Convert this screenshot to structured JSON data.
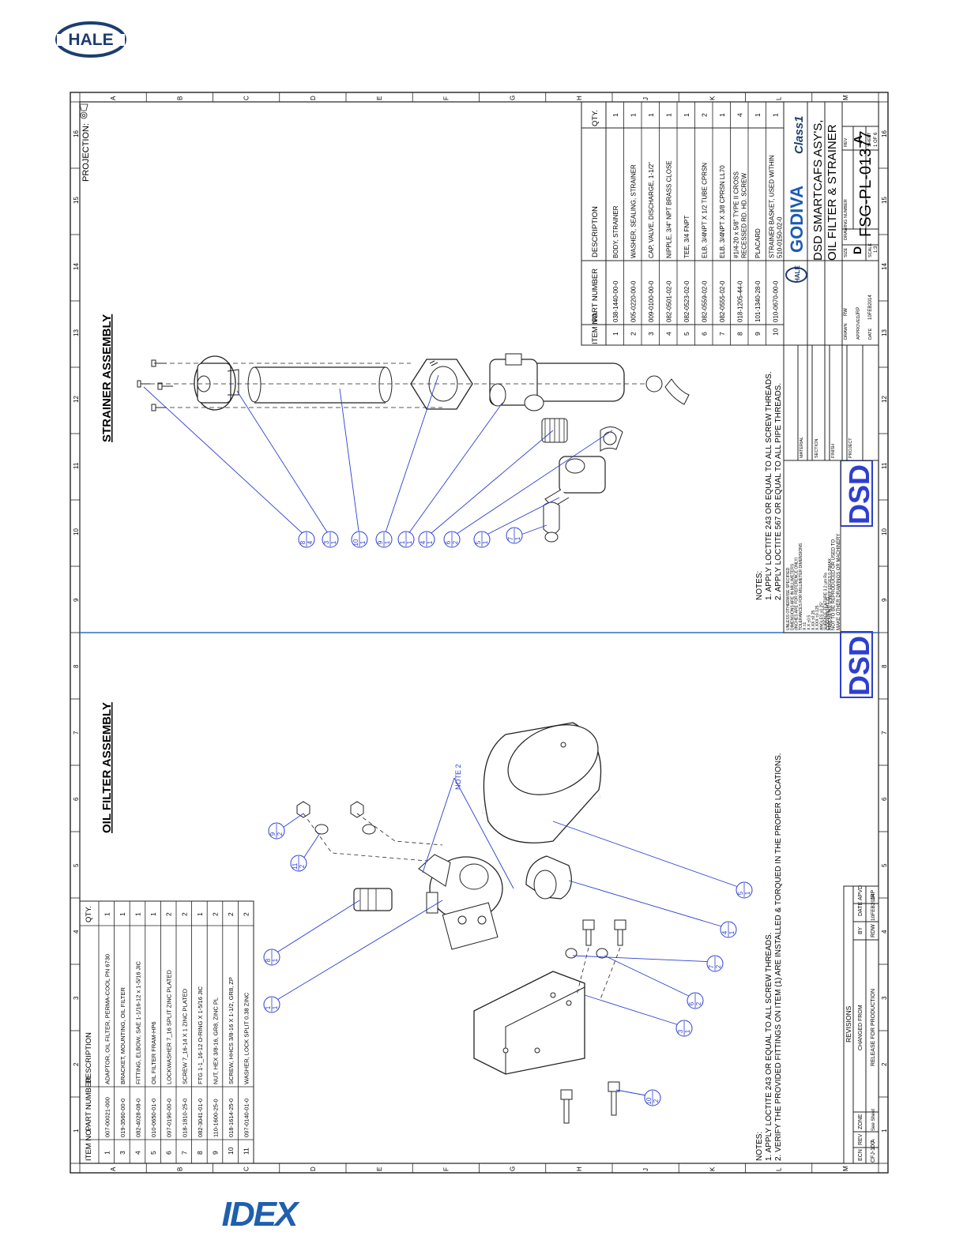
{
  "logos": {
    "top": "HALE",
    "bottom": "IDEX"
  },
  "projection_label": "PROJECTION:",
  "grid": {
    "col_labels": [
      "A",
      "B",
      "C",
      "D",
      "E",
      "F",
      "G",
      "H",
      "J",
      "K",
      "L",
      "M"
    ],
    "row_labels": [
      "1",
      "2",
      "3",
      "4",
      "5",
      "6",
      "7",
      "8",
      "9",
      "10",
      "11",
      "12",
      "13",
      "14",
      "15",
      "16"
    ]
  },
  "strainer": {
    "title": "STRAINER ASSEMBLY",
    "headers": {
      "item": "ITEM NO.",
      "part": "PART NUMBER",
      "desc": "DESCRIPTION",
      "qty": "QTY."
    },
    "rows": [
      {
        "item": "1",
        "part": "038-1440-00-0",
        "desc": "BODY, STRAINER",
        "qty": "1"
      },
      {
        "item": "2",
        "part": "005-0220-00-0",
        "desc": "WASHER, SEALING, STRAINER",
        "qty": "1"
      },
      {
        "item": "3",
        "part": "009-0100-00-0",
        "desc": "CAP, VALVE, DISCHARGE, 1-1/2\"",
        "qty": "1"
      },
      {
        "item": "4",
        "part": "082-0501-02-0",
        "desc": "NIPPLE, 3/4\" NPT BRASS CLOSE",
        "qty": "1"
      },
      {
        "item": "5",
        "part": "082-0523-02-0",
        "desc": "TEE, 3/4 FNPT",
        "qty": "1"
      },
      {
        "item": "6",
        "part": "082-0559-02-0",
        "desc": "ELB, 3/4NPT X 1/2 TUBE CPRSN",
        "qty": "2"
      },
      {
        "item": "7",
        "part": "082-0555-02-0",
        "desc": "ELB, 3/4NPT X 3/8 CPRSN LL70",
        "qty": "1"
      },
      {
        "item": "8",
        "part": "018-1205-44-0",
        "desc": "#1/4-20 x 5/8\" TYPE II CROSS RECESSED RD. HD. SCREW",
        "qty": "4"
      },
      {
        "item": "9",
        "part": "101-1340-28-0",
        "desc": "PLACARD",
        "qty": "1"
      },
      {
        "item": "10",
        "part": "010-0670-00-0",
        "desc": "STRAINER BASKET, USED WITHIN 510-0150-02-0",
        "qty": "1"
      }
    ],
    "notes_title": "NOTES:",
    "notes": [
      "1.  APPLY LOCTITE 243 OR EQUAL TO ALL SCREW THREADS.",
      "2.  APPLY LOCTITE 567 OR EQUAL TO ALL PIPE THREADS."
    ],
    "balloons": [
      {
        "top": "8",
        "bottom": "4"
      },
      {
        "top": "3",
        "bottom": "1"
      },
      {
        "top": "10",
        "bottom": "1"
      },
      {
        "top": "9",
        "bottom": "1"
      },
      {
        "top": "1",
        "bottom": "1"
      },
      {
        "top": "4",
        "bottom": "1"
      },
      {
        "top": "6",
        "bottom": "2"
      },
      {
        "top": "5",
        "bottom": "1"
      },
      {
        "top": "7",
        "bottom": "1"
      }
    ]
  },
  "oil": {
    "title": "OIL FILTER ASSEMBLY",
    "headers": {
      "item": "ITEM NO.",
      "part": "PART NUMBER",
      "desc": "DESCRIPTION",
      "qty": "QTY."
    },
    "rows": [
      {
        "item": "1",
        "part": "007-00021-000",
        "desc": "ADAPTOR, OIL FILTER, PERMA-COOL PN 6730",
        "qty": "1"
      },
      {
        "item": "3",
        "part": "019-3560-00-0",
        "desc": "BRACKET, MOUNTING, OIL FILTER",
        "qty": "1"
      },
      {
        "item": "4",
        "part": "082-4028-08-0",
        "desc": "FITTING, ELBOW, SAE 1-1/16-12 x 1-5/16 JIC",
        "qty": "1"
      },
      {
        "item": "5",
        "part": "010-0650-01-0",
        "desc": "OIL FILTER FRAM-HP6",
        "qty": "1"
      },
      {
        "item": "6",
        "part": "097-0190-00-0",
        "desc": "LOCKWASHER 7_16 SPLIT ZINC PLATED",
        "qty": "2"
      },
      {
        "item": "7",
        "part": "018-1810-25-0",
        "desc": "SCREW 7_16-14 X 1 ZINC PLATED",
        "qty": "2"
      },
      {
        "item": "8",
        "part": "082-3041-01-0",
        "desc": "FTG 1-1_16-12 O-RING X 1-5/16 JIC",
        "qty": "1"
      },
      {
        "item": "9",
        "part": "110-1600-25-0",
        "desc": "NUT, HEX 3/8-16, GR8, ZINC PL",
        "qty": "2"
      },
      {
        "item": "10",
        "part": "018-1614-25-0",
        "desc": "SCREW, HHCS 3/8-16 X 1-1/2, GR8, ZP",
        "qty": "2"
      },
      {
        "item": "11",
        "part": "097-0140-01-0",
        "desc": "WASHER, LOCK SPLIT 0.38 ZINC",
        "qty": "2"
      }
    ],
    "notes_title": "NOTES:",
    "notes": [
      "1.  APPLY LOCTITE 243 OR EQUAL TO ALL SCREW THREADS.",
      "2.  VERIFY THE PROVIDED FITTINGS ON ITEM (1) ARE INSTALLED & TORQUED IN THE PROPER LOCATIONS."
    ],
    "note_callout": "NOTE 2",
    "balloons": [
      {
        "top": "9",
        "bottom": "2"
      },
      {
        "top": "11",
        "bottom": "2"
      },
      {
        "top": "8",
        "bottom": "1"
      },
      {
        "top": "1",
        "bottom": "1"
      },
      {
        "top": "5",
        "bottom": "1"
      },
      {
        "top": "4",
        "bottom": "1"
      },
      {
        "top": "7",
        "bottom": "2"
      },
      {
        "top": "6",
        "bottom": "2"
      },
      {
        "top": "3",
        "bottom": "1"
      },
      {
        "top": "10",
        "bottom": "2"
      }
    ]
  },
  "dsd": "DSD",
  "revisions": {
    "title": "REVISIONS",
    "headers": {
      "ecn": "ECN",
      "rev": "REV",
      "zone": "ZONE",
      "changed": "CHANGED FROM",
      "by": "BY",
      "date": "DATE",
      "apvd": "APVD"
    },
    "row": {
      "ecn": "CFJ-100",
      "rev": "A",
      "zone": "See Sheet",
      "changed": "RELEASE FOR PRODUCTION",
      "by": "RDW",
      "date": "10FEB2014",
      "apvd": "JRP"
    }
  },
  "title_block": {
    "brands": {
      "hale": "HALE",
      "godiva": "GODIVA",
      "class1": "Class1"
    },
    "title1": "DSD SMARTCAFS ASY'S,",
    "title2": "OIL FILTER & STRAINER",
    "size_label": "SIZE",
    "size": "D",
    "dwg_label": "DRAWING NUMBER",
    "drawing_number": "FSG-PL-01377",
    "rev_label": "REV",
    "rev": "A",
    "sheet_label": "SHEET",
    "sheet": "1 OF 6",
    "scale_label": "SCALE",
    "scale": "1:3",
    "date_label": "DATE",
    "date": "10FEB2014",
    "drawn_label": "DRAWN",
    "drawn": "RW",
    "approved_label": "APPROVED",
    "approved": "JRP",
    "material_label": "MATERIAL",
    "finish_label": "FINISH",
    "section_label": "SECTION",
    "project_label": "PROJECT",
    "tolerances": [
      "UNLESS OTHERWISE SPECIFIED",
      "DIMENSIONS ARE IN MILLIMETERS",
      "(INCHES ARE FOR REFERENCE ONLY)",
      "TOLERANCES FOR MILLIMETER DIMENSIONS",
      "X ±1",
      "X.X ±0.5",
      "X.XX ±0.25",
      "X.XXX ±0.125",
      "ANGLES ±0.25°",
      "SURFACE TEXTURE 3.2 µm Ra",
      "REMOVE ALL SHARP EDGES  0.25MAX"
    ],
    "copyright": [
      "COPYRIGHT ©",
      "NOT TO BE REPRODUCED OR USED TO",
      "MAKE OTHER DRAWINGS OR MACHINERY"
    ]
  }
}
